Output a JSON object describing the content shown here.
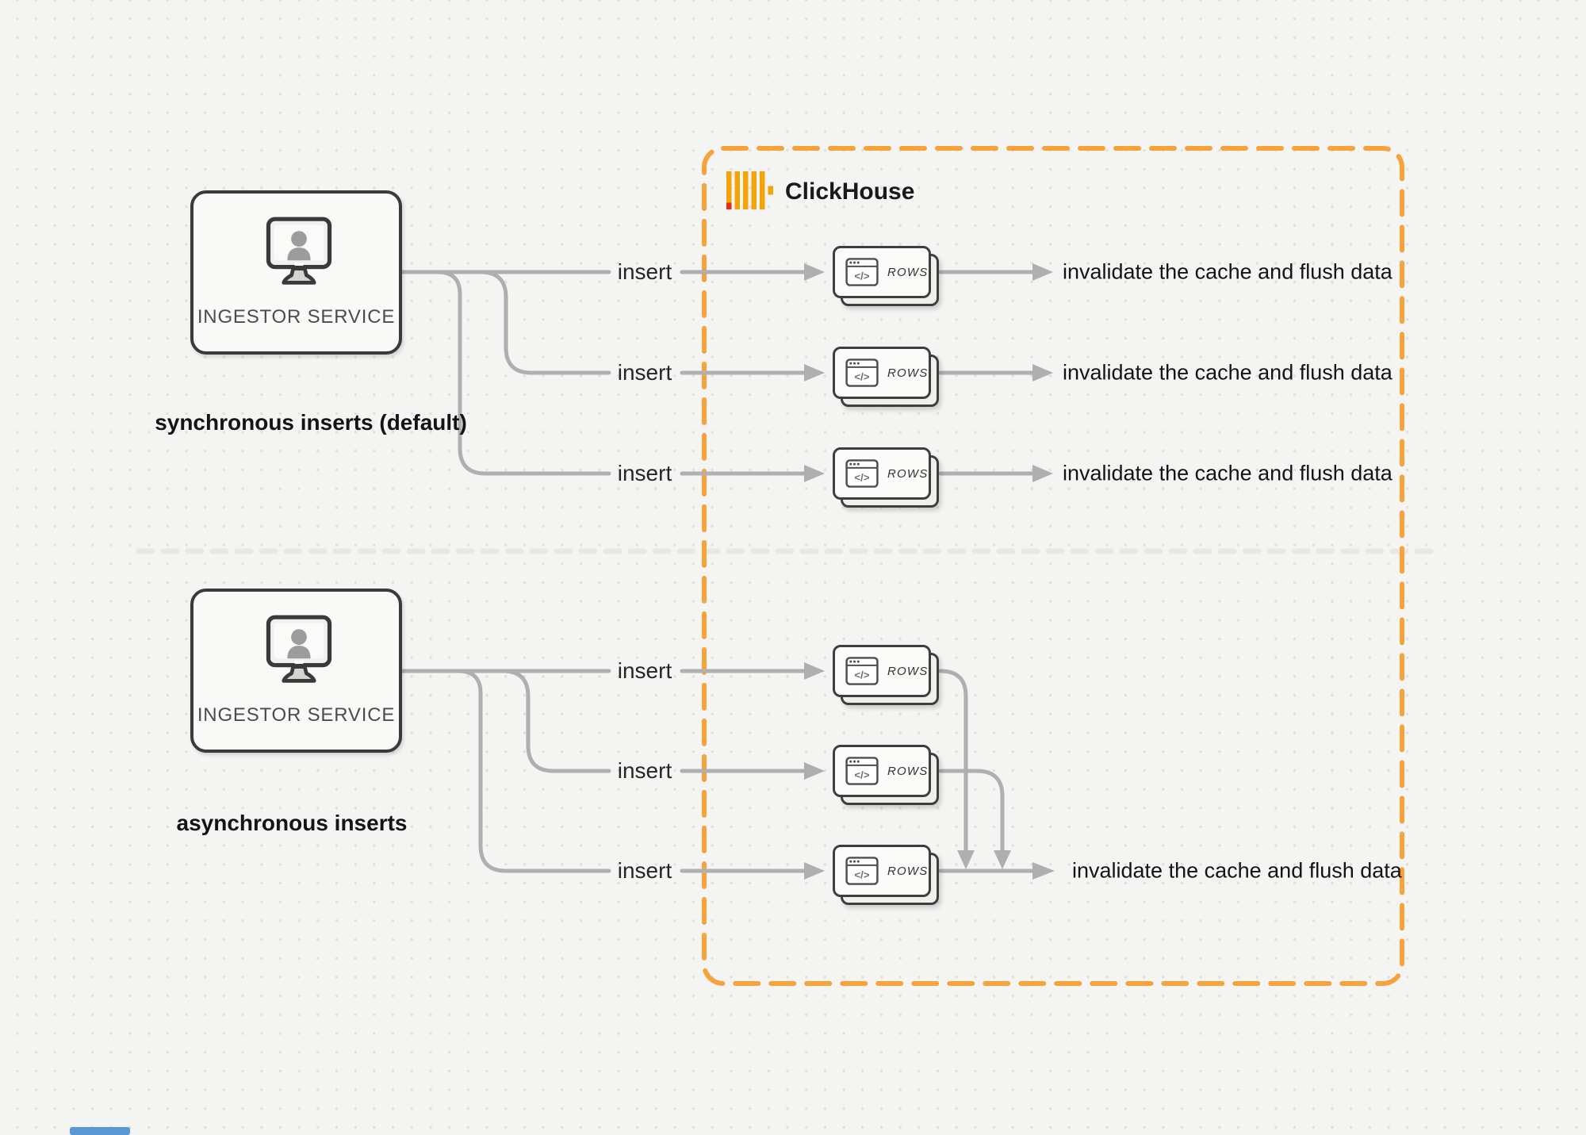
{
  "clickhouse": {
    "label": "ClickHouse"
  },
  "ingestor": {
    "label": "INGESTOR SERVICE"
  },
  "sync": {
    "caption": "synchronous inserts (default)",
    "rows": [
      {
        "insert": "insert",
        "card": "ROWS",
        "result": "invalidate the cache and flush data"
      },
      {
        "insert": "insert",
        "card": "ROWS",
        "result": "invalidate the cache and flush data"
      },
      {
        "insert": "insert",
        "card": "ROWS",
        "result": "invalidate the cache and flush data"
      }
    ]
  },
  "async": {
    "caption": "asynchronous inserts",
    "rows": [
      {
        "insert": "insert",
        "card": "ROWS"
      },
      {
        "insert": "insert",
        "card": "ROWS"
      },
      {
        "insert": "insert",
        "card": "ROWS"
      }
    ],
    "result": "invalidate the cache and flush data"
  },
  "colors": {
    "accent_orange": "#f8a23b",
    "logo_amber": "#f4a408",
    "logo_red": "#e92b1f",
    "line_gray": "#afafaf",
    "divider_gray": "#e7e7e6",
    "box_border": "#3a3a3a"
  }
}
